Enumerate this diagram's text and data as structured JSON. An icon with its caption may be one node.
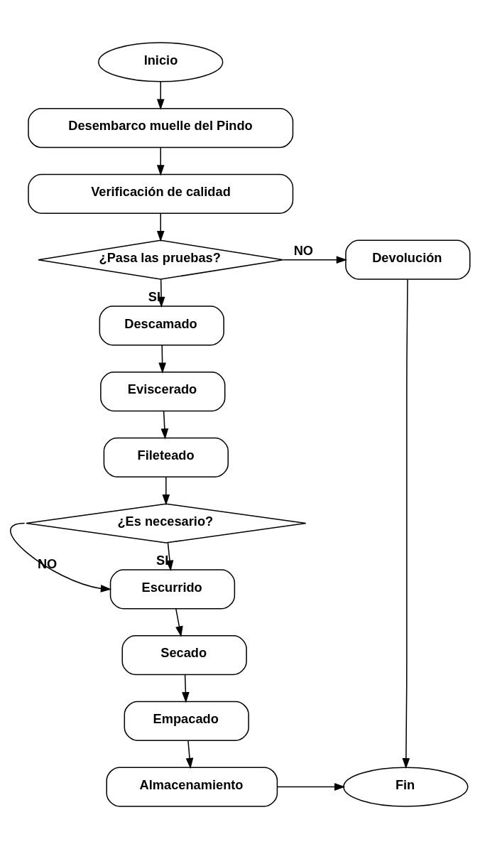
{
  "diagram": {
    "nodes": [
      {
        "text": [
          "Inicio"
        ]
      },
      {
        "text": [
          "Desembarco muelle del Pindo"
        ]
      },
      {
        "text": [
          "Verificación de calidad"
        ]
      },
      {
        "text": [
          "¿Pasa las pruebas?"
        ]
      },
      {
        "text": [
          "Devolución"
        ]
      },
      {
        "text": [
          "Descamado"
        ]
      },
      {
        "text": [
          "Eviscerado"
        ]
      },
      {
        "text": [
          "Fileteado"
        ]
      },
      {
        "text": [
          "¿Es necesario?"
        ]
      },
      {
        "text": [
          "Escurrido"
        ]
      },
      {
        "text": [
          "Secado"
        ]
      },
      {
        "text": [
          "Empacado"
        ]
      },
      {
        "text": [
          "Almacenamiento"
        ]
      },
      {
        "text": [
          "Fin"
        ]
      }
    ],
    "edges": [
      {
        "from": 0,
        "to": 1,
        "arrow": "to"
      },
      {
        "from": 1,
        "to": 2,
        "arrow": "to"
      },
      {
        "from": 2,
        "to": 3,
        "arrow": "to"
      },
      {
        "from": 3,
        "to": 4,
        "arrow": "to",
        "label": "NO"
      },
      {
        "from": 3,
        "to": 5,
        "arrow": "to",
        "label": "SI"
      },
      {
        "from": 5,
        "to": 6,
        "arrow": "to"
      },
      {
        "from": 6,
        "to": 7,
        "arrow": "to"
      },
      {
        "from": 7,
        "to": 8,
        "arrow": "to"
      },
      {
        "from": 8,
        "to": 9,
        "arrow": "to",
        "label": "SI"
      },
      {
        "from": 8,
        "to": 9,
        "arrow": "to",
        "label": "NO"
      },
      {
        "from": 9,
        "to": 10,
        "arrow": "to"
      },
      {
        "from": 10,
        "to": 11,
        "arrow": "to"
      },
      {
        "from": 11,
        "to": 12,
        "arrow": "to"
      },
      {
        "from": 12,
        "to": 13,
        "arrow": "to"
      },
      {
        "from": 4,
        "to": 13,
        "arrow": "to"
      }
    ]
  }
}
